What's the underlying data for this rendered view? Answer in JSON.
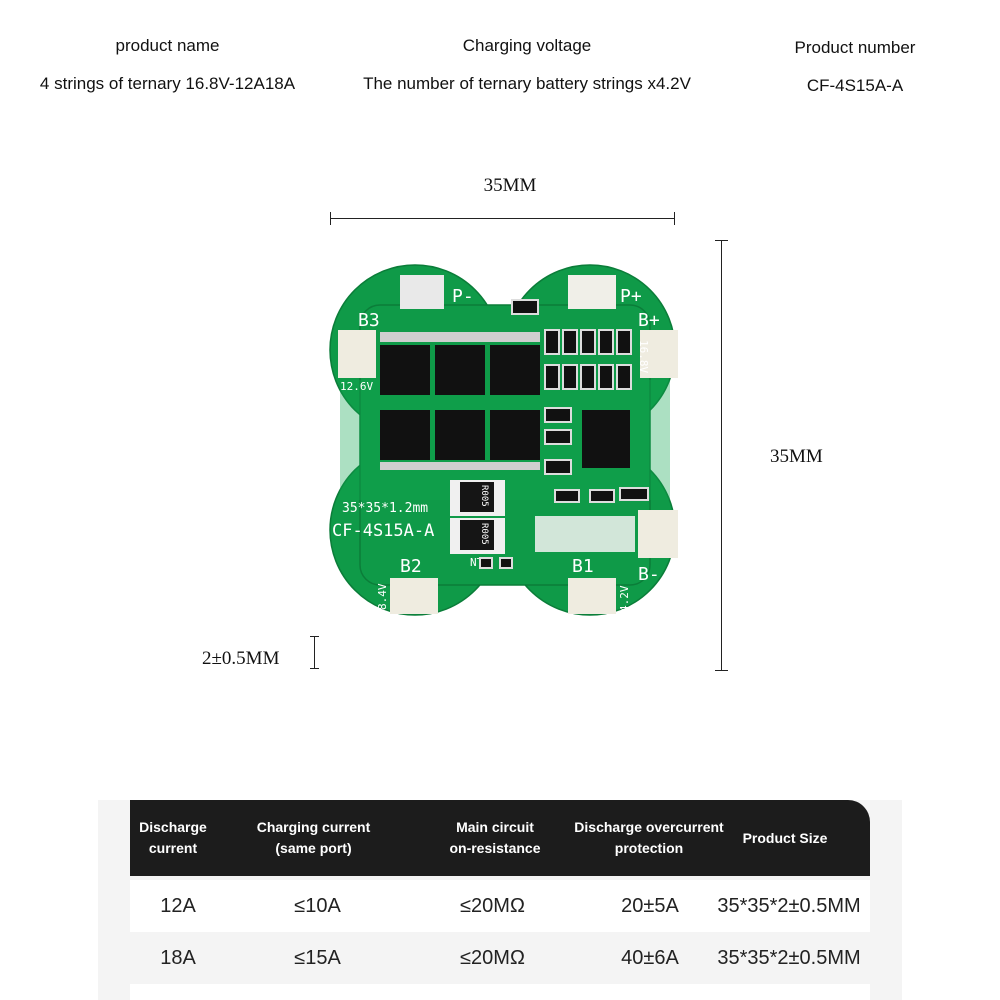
{
  "header": {
    "product_name_label": "product name",
    "product_name_value": "4 strings of ternary 16.8V-12A18A",
    "charging_voltage_label": "Charging voltage",
    "charging_voltage_value": "The number of ternary battery strings x4.2V",
    "product_number_label": "Product number",
    "product_number_value": "CF-4S15A-A"
  },
  "dimensions": {
    "width": "35MM",
    "height": "35MM",
    "thickness": "2±0.5MM"
  },
  "board": {
    "color": "#0f9a48",
    "pad_p_minus": "P-",
    "pad_p_plus": "P+",
    "pad_b3": "B3",
    "pad_b_plus": "B+",
    "pad_b2": "B2",
    "pad_b1": "B1",
    "pad_b_minus": "B-",
    "ntc": "NTC",
    "volt_12_6": "12.6V",
    "volt_16_8": "16.8V",
    "volt_8_4": "8.4V",
    "volt_4_2": "4.2V",
    "size_silk": "35*35*1.2mm",
    "model_silk": "CF-4S15A-A",
    "shunt_label": "R005"
  },
  "table": {
    "headers": [
      [
        "Discharge",
        "current"
      ],
      [
        "Charging current",
        "(same port)"
      ],
      [
        "Main circuit",
        "on-resistance"
      ],
      [
        "Discharge overcurrent",
        "protection"
      ],
      [
        "Product Size"
      ]
    ],
    "rows": [
      [
        "12A",
        "≤10A",
        "≤20MΩ",
        "20±5A",
        "35*35*2±0.5MM"
      ],
      [
        "18A",
        "≤15A",
        "≤20MΩ",
        "40±6A",
        "35*35*2±0.5MM"
      ]
    ]
  }
}
